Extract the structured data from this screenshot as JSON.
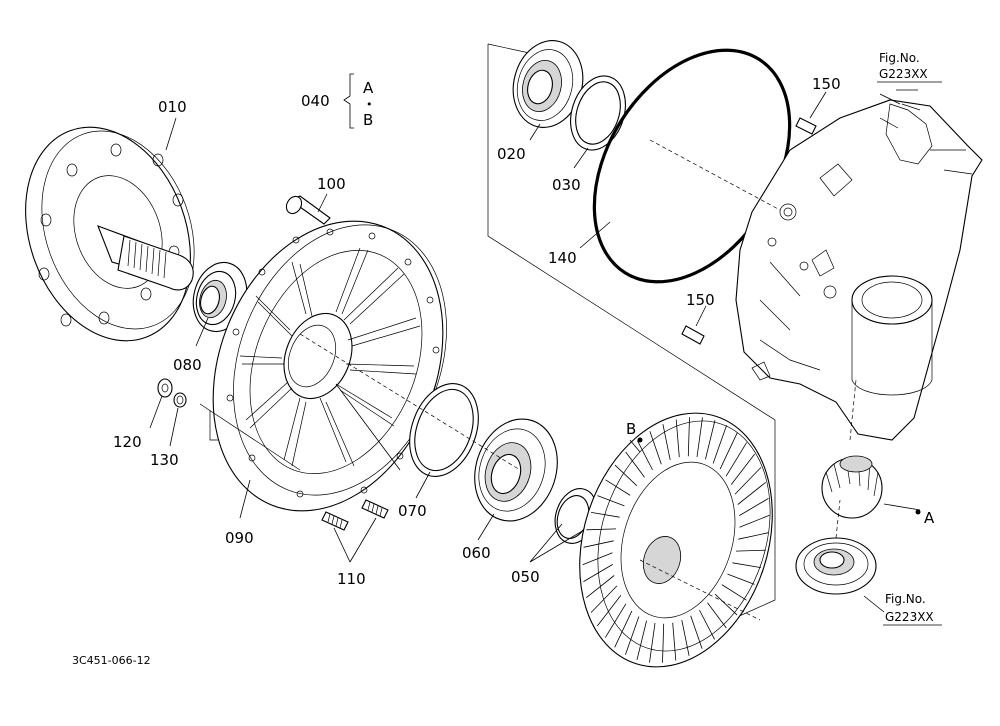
{
  "labels": {
    "p010": "010",
    "p020": "020",
    "p030": "030",
    "p040": "040",
    "p040_a": "A",
    "p040_dot": "•",
    "p040_b": "B",
    "p050": "050",
    "p060": "060",
    "p070": "070",
    "p080": "080",
    "p090": "090",
    "p100": "100",
    "p110": "110",
    "p120": "120",
    "p130": "130",
    "p140": "140",
    "p150_top": "150",
    "p150_mid": "150",
    "marker_a": "A",
    "marker_b": "B"
  },
  "figure_refs": {
    "top": {
      "line1": "Fig.No.",
      "line2": "G223XX"
    },
    "bottom": {
      "line1": "Fig.No.",
      "line2": "G223XX"
    }
  },
  "drawing_code": "3C451-066-12",
  "colors": {
    "ink": "#000000",
    "paper": "#ffffff",
    "shade": "#d6d6d6"
  }
}
